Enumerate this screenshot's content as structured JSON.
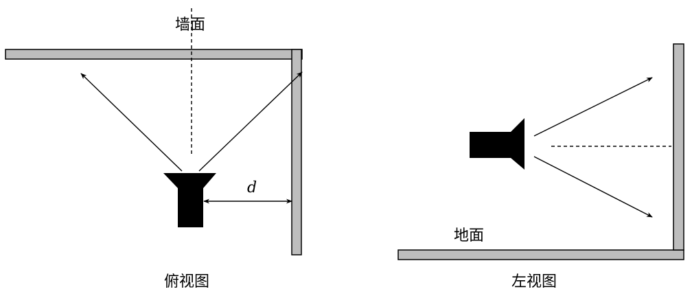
{
  "top_view": {
    "wall_label": "墙面",
    "distance_label": "d",
    "caption": "俯视图"
  },
  "side_view": {
    "floor_label": "地面",
    "caption": "左视图"
  }
}
